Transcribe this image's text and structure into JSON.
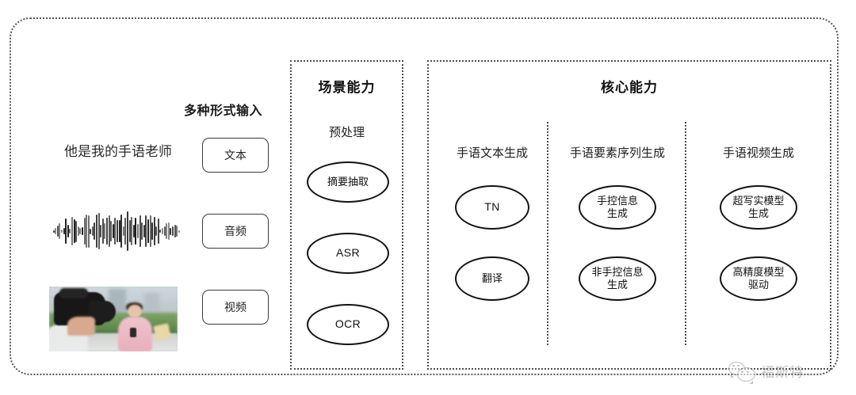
{
  "frame": {
    "border_color": "#555555"
  },
  "inputs": {
    "title": "多种形式输入",
    "sample_text": "他是我的手语老师",
    "waveform_icon": "audio-waveform-icon",
    "video_thumbnail_icon": "video-thumbnail-image",
    "boxes": [
      {
        "label": "文本"
      },
      {
        "label": "音频"
      },
      {
        "label": "视频"
      }
    ]
  },
  "scene_panel": {
    "title": "场景能力",
    "subtitle": "预处理",
    "nodes": [
      {
        "label": "摘要抽取"
      },
      {
        "label": "ASR"
      },
      {
        "label": "OCR"
      }
    ]
  },
  "core_panel": {
    "title": "核心能力",
    "columns": [
      {
        "title": "手语文本生成",
        "nodes": [
          {
            "label": "TN"
          },
          {
            "label": "翻译"
          }
        ]
      },
      {
        "title": "手语要素序列生成",
        "nodes": [
          {
            "label": "手控信息\n生成"
          },
          {
            "label": "非手控信息\n生成"
          }
        ]
      },
      {
        "title": "手语视频生成",
        "nodes": [
          {
            "label": "超写实模型\n生成"
          },
          {
            "label": "高精度模型\n驱动"
          }
        ]
      }
    ]
  },
  "watermark": {
    "icon": "wechat-icon",
    "text": "福斯特",
    "color": "#8d8d8d"
  }
}
